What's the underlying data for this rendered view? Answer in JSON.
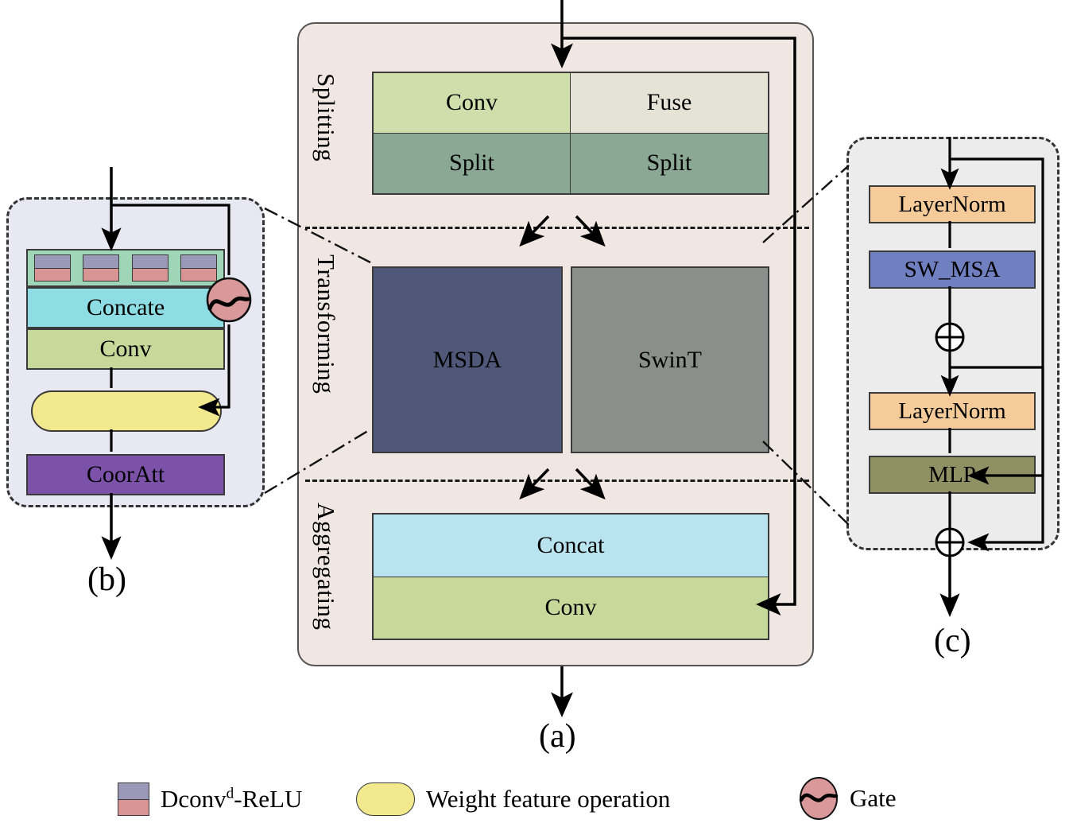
{
  "figure": {
    "panel_labels": {
      "a": "(a)",
      "b": "(b)",
      "c": "(c)"
    }
  },
  "panel_a": {
    "sections": [
      {
        "label": "Splitting"
      },
      {
        "label": "Transforming"
      },
      {
        "label": "Aggregating"
      }
    ],
    "splitting": {
      "cells": [
        {
          "label": "Conv",
          "color": "#cfdfab"
        },
        {
          "label": "Fuse",
          "color": "#e5e3d5"
        },
        {
          "label": "Split",
          "color": "#8aa894"
        },
        {
          "label": "Split",
          "color": "#8aa894"
        }
      ]
    },
    "transforming": {
      "blocks": [
        {
          "label": "MSDA",
          "color": "#4f5878"
        },
        {
          "label": "SwinT",
          "color": "#8b8f8c"
        }
      ]
    },
    "aggregating": {
      "rows": [
        {
          "label": "Concat",
          "color": "#b9e4ef"
        },
        {
          "label": "Conv",
          "color": "#c6d99a"
        }
      ]
    }
  },
  "panel_b": {
    "background": "#e8e8f3",
    "dconv_band": {
      "color": "#9fd6b8",
      "cell_count": 4,
      "cell_top_color": "#9a9ab8",
      "cell_bottom_color": "#d99594"
    },
    "blocks": [
      {
        "label": "Concate",
        "color": "#8fdde4"
      },
      {
        "label": "Conv",
        "color": "#c6d99a"
      },
      {
        "label": "",
        "color": "#f2e98e",
        "shape": "pill"
      },
      {
        "label": "CoorAtt",
        "color": "#7b52a8"
      }
    ],
    "gate": {
      "color": "#d9999a"
    }
  },
  "panel_c": {
    "background": "#ececec",
    "blocks": [
      {
        "label": "LayerNorm",
        "color": "#f5cb9a"
      },
      {
        "label": "SW_MSA",
        "color": "#6f7fc0"
      },
      {
        "label": "LayerNorm",
        "color": "#f5cb9a"
      },
      {
        "label": "MLP",
        "color": "#909065"
      }
    ],
    "adders": [
      "⊕",
      "⊕"
    ]
  },
  "legend": {
    "items": [
      {
        "icon": "dconv-relu-swatch",
        "label_prefix": "Dconv",
        "label_sup": "d",
        "label_suffix": "-ReLU"
      },
      {
        "icon": "weight-feature-pill",
        "label": "Weight feature operation"
      },
      {
        "icon": "gate-circle",
        "label": "Gate"
      }
    ]
  }
}
